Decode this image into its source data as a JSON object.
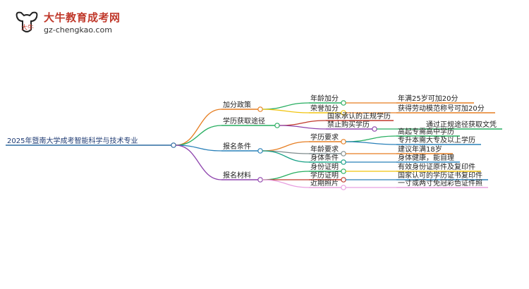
{
  "header": {
    "site_name": "大牛教育成考网",
    "site_url": "gz-chengkao.com",
    "logo_text": "大牛"
  },
  "mindmap": {
    "root": "2025年暨南大学成考智能科学与技术专业",
    "branches": [
      {
        "label": "加分政策",
        "color": "#e67e22",
        "children": [
          {
            "label": "年龄加分",
            "color": "#27ae60",
            "children": [
              {
                "label": "年满25岁可加20分",
                "color": "#e67e22"
              }
            ]
          },
          {
            "label": "荣誉加分",
            "color": "#f1c40f",
            "children": [
              {
                "label": "获得劳动模范称号可加20分",
                "color": "#e67e22"
              }
            ]
          }
        ]
      },
      {
        "label": "学历获取途径",
        "color": "#27ae60",
        "children": [
          {
            "label": "国家承认的正规学历",
            "color": "#c0392b",
            "children": []
          },
          {
            "label": "禁止购买学历",
            "color": "#8e44ad",
            "children": [
              {
                "label": "通过正规途径获取文凭",
                "color": "#27ae60"
              }
            ]
          }
        ]
      },
      {
        "label": "报名条件",
        "color": "#2980b9",
        "children": [
          {
            "label": "学历要求",
            "color": "#e67e22",
            "children": [
              {
                "label": "高起专需高中学历",
                "color": "#27ae60"
              },
              {
                "label": "专升本需大专及以上学历",
                "color": "#2980b9"
              }
            ]
          },
          {
            "label": "年龄要求",
            "color": "#7f8c8d",
            "children": [
              {
                "label": "建议年满18岁",
                "color": "#e67e22"
              }
            ]
          },
          {
            "label": "身体条件",
            "color": "#16a085",
            "children": [
              {
                "label": "身体健康，能自理",
                "color": "#2980b9"
              }
            ]
          }
        ]
      },
      {
        "label": "报名材料",
        "color": "#8e44ad",
        "children": [
          {
            "label": "身份证明",
            "color": "#27ae60",
            "children": [
              {
                "label": "有效身份证原件及复印件",
                "color": "#f1c40f"
              }
            ]
          },
          {
            "label": "学历证明",
            "color": "#c0392b",
            "children": [
              {
                "label": "国家认可的学历证书复印件",
                "color": "#2980b9"
              }
            ]
          },
          {
            "label": "近期照片",
            "color": "#e8a0e0",
            "children": [
              {
                "label": "一寸或两寸免冠彩色证件照",
                "color": "#e8a0e0"
              }
            ]
          }
        ]
      }
    ]
  }
}
